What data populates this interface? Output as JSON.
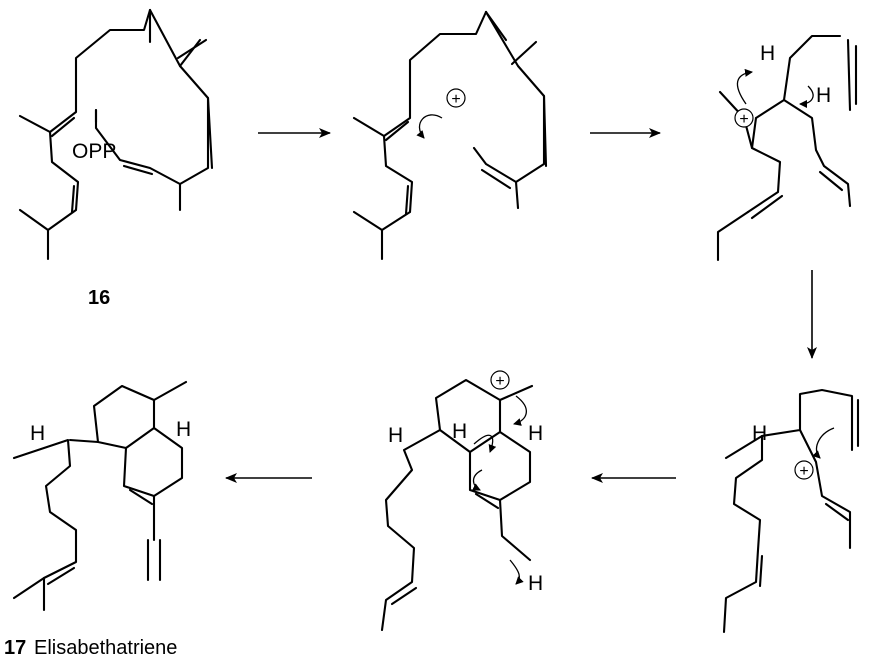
{
  "compounds": {
    "start": {
      "number": "16",
      "leaving_group": "OPP"
    },
    "product": {
      "number": "17",
      "name": "Elisabethatriene"
    }
  },
  "atoms": {
    "hydrogen": "H",
    "positive_charge": "+"
  }
}
